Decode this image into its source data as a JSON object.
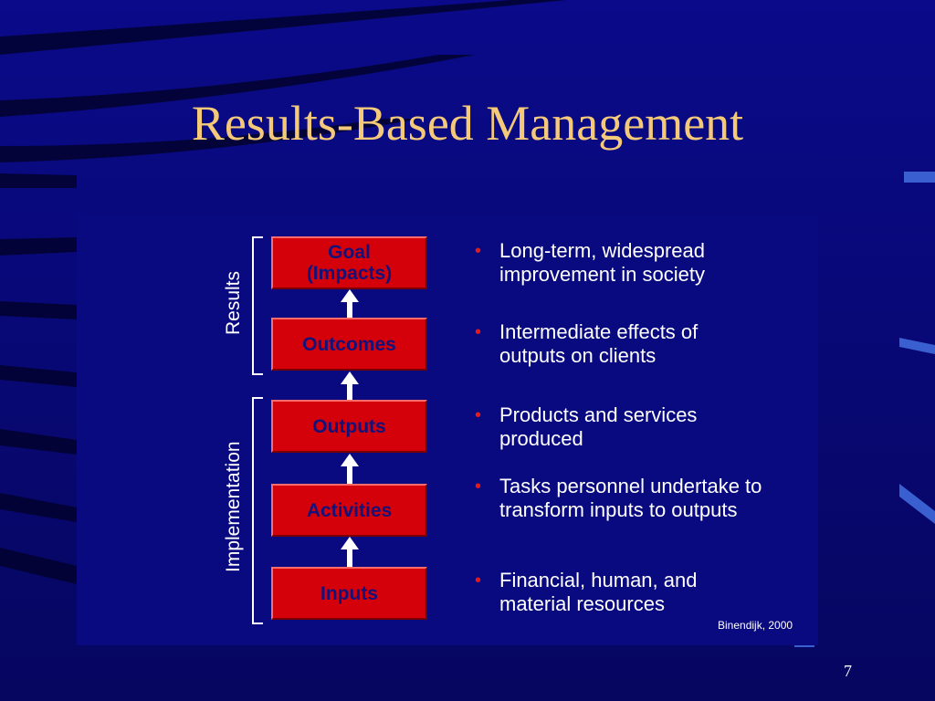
{
  "slide": {
    "title": "Results-Based Management",
    "page_number": "7",
    "citation": "Binendijk, 2000"
  },
  "diagram": {
    "groups": {
      "results": "Results",
      "implementation": "Implementation"
    },
    "boxes": [
      {
        "label": "Goal\n(Impacts)"
      },
      {
        "label": "Outcomes"
      },
      {
        "label": "Outputs"
      },
      {
        "label": "Activities"
      },
      {
        "label": "Inputs"
      }
    ],
    "descriptions": [
      "Long-term, widespread improvement in society",
      "Intermediate effects of outputs on clients",
      "Products and services produced",
      "Tasks personnel undertake to transform inputs to outputs",
      "Financial, human, and material resources"
    ]
  },
  "colors": {
    "background": "#0a0a7a",
    "title": "#f5c97a",
    "box": "#d4000a",
    "box_text": "#12127a",
    "bullet": "#e31b1b"
  }
}
